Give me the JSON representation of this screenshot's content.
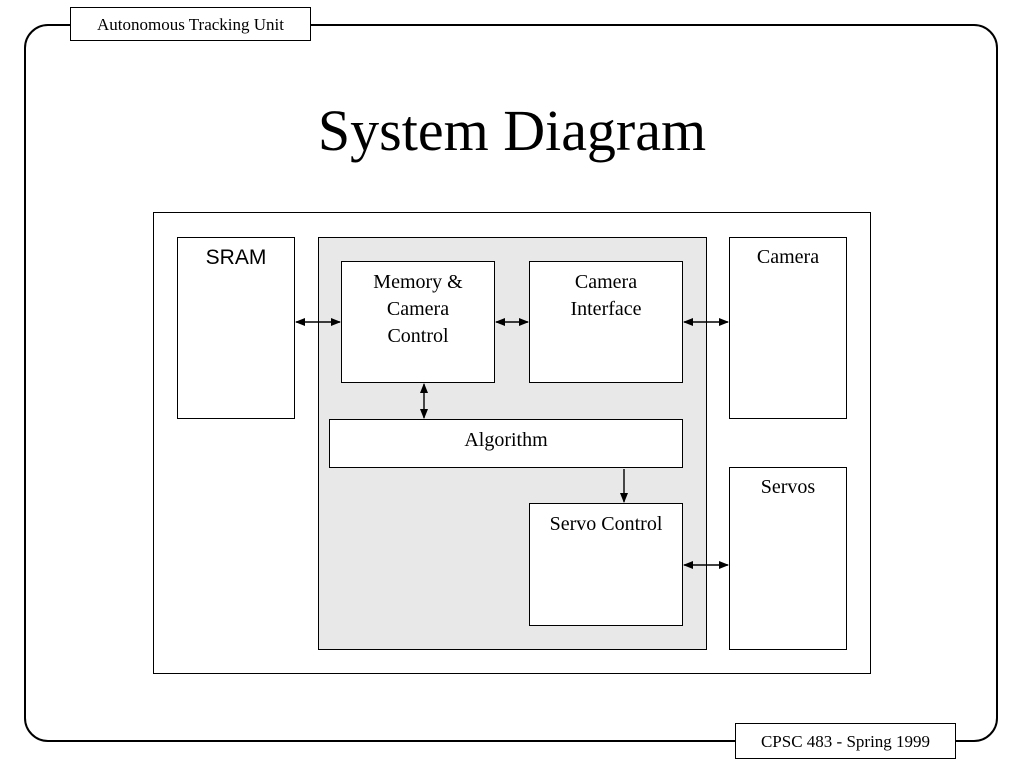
{
  "header_tag": "Autonomous Tracking Unit",
  "footer_tag": "CPSC 483 - Spring 1999",
  "title": "System Diagram",
  "blocks": {
    "sram": "SRAM",
    "memory_camera_control": [
      "Memory &",
      "Camera",
      "Control"
    ],
    "camera_interface": [
      "Camera",
      "Interface"
    ],
    "algorithm": "Algorithm",
    "servo_control": "Servo Control",
    "camera": "Camera",
    "servos": "Servos"
  },
  "colors": {
    "processor_region_fill": "#e8e8e8",
    "line": "#000000",
    "background": "#ffffff"
  }
}
